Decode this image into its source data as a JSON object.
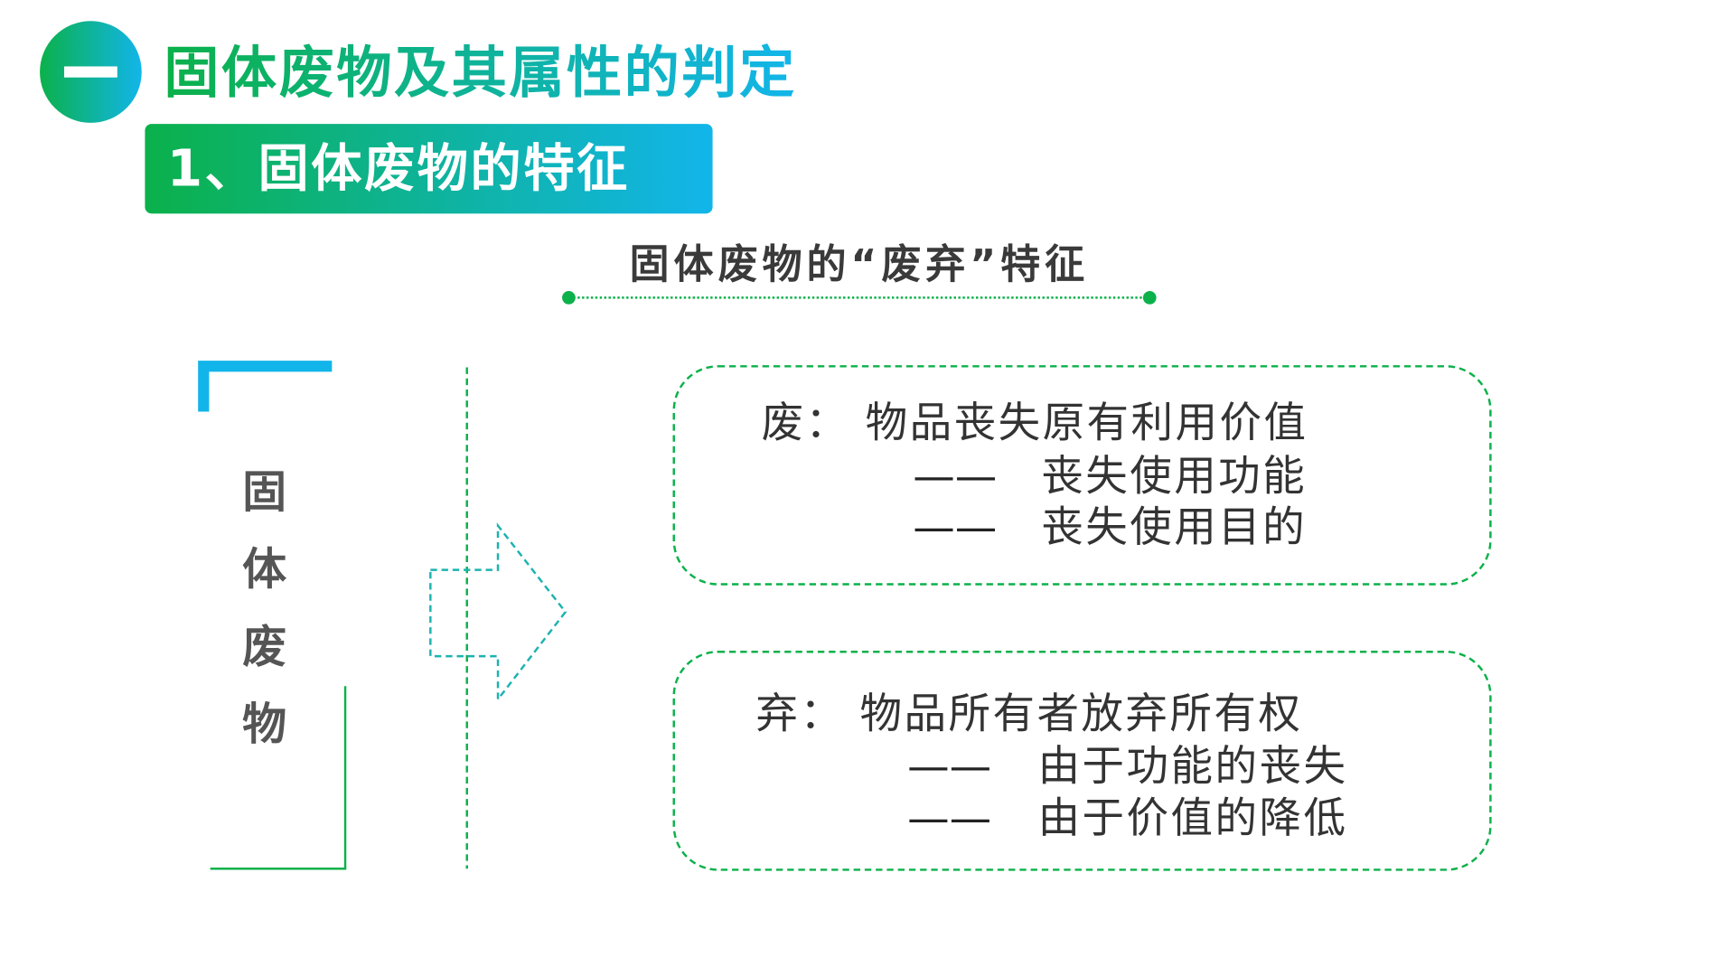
{
  "header": {
    "section_number": "一",
    "title": "固体废物及其属性的判定"
  },
  "subsection": {
    "title": "1、固体废物的特征"
  },
  "heading": "固体废物的“废弃”特征",
  "left_label": [
    "固",
    "体",
    "废",
    "物"
  ],
  "boxes": [
    {
      "main": "废：  物品丧失原有利用价值",
      "items": [
        {
          "dash": "——",
          "text": "丧失使用功能"
        },
        {
          "dash": "——",
          "text": "丧失使用目的"
        }
      ]
    },
    {
      "main": "弃：  物品所有者放弃所有权",
      "items": [
        {
          "dash": "——",
          "text": "由于功能的丧失"
        },
        {
          "dash": "——",
          "text": "由于价值的降低"
        }
      ]
    }
  ],
  "colors": {
    "green": "#0bb14a",
    "blue": "#12b5ea",
    "teal": "#1bb3b0"
  }
}
